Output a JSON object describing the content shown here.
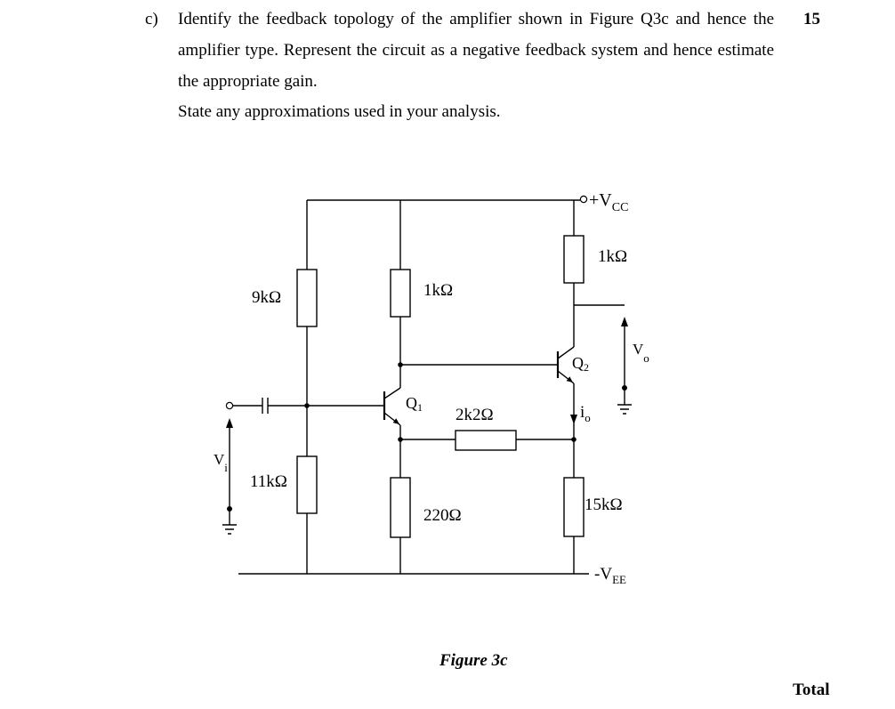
{
  "question": {
    "label": "c)",
    "lines": [
      "Identify the feedback topology of the amplifier shown in Figure Q3c and hence the",
      "amplifier type. Represent the circuit as a negative feedback system and hence estimate",
      "the appropriate gain.",
      "State any approximations used in your analysis."
    ],
    "marks": "15"
  },
  "figure": {
    "caption": "Figure 3c",
    "supply": {
      "vcc": {
        "main": "+V",
        "sub": "CC"
      },
      "vee": {
        "main": "-V",
        "sub": "EE"
      }
    },
    "signals": {
      "vi": {
        "main": "V",
        "sub": "i"
      },
      "vo": {
        "main": "V",
        "sub": "o"
      },
      "io": {
        "main": "i",
        "sub": "o"
      }
    },
    "transistors": {
      "q1": {
        "main": "Q",
        "sub": "1"
      },
      "q2": {
        "main": "Q",
        "sub": "2"
      }
    },
    "resistors": {
      "r_bias_top": "9kΩ",
      "r_bias_bottom": "11kΩ",
      "r_q1_collector": "1kΩ",
      "r_q1_emitter": "220Ω",
      "r_feedback": "2k2Ω",
      "r_q2_collector": "1kΩ",
      "r_q2_emitter": "15kΩ"
    }
  },
  "footer": {
    "total_label": "Total"
  },
  "colors": {
    "ink": "#000000",
    "paper": "#ffffff"
  }
}
